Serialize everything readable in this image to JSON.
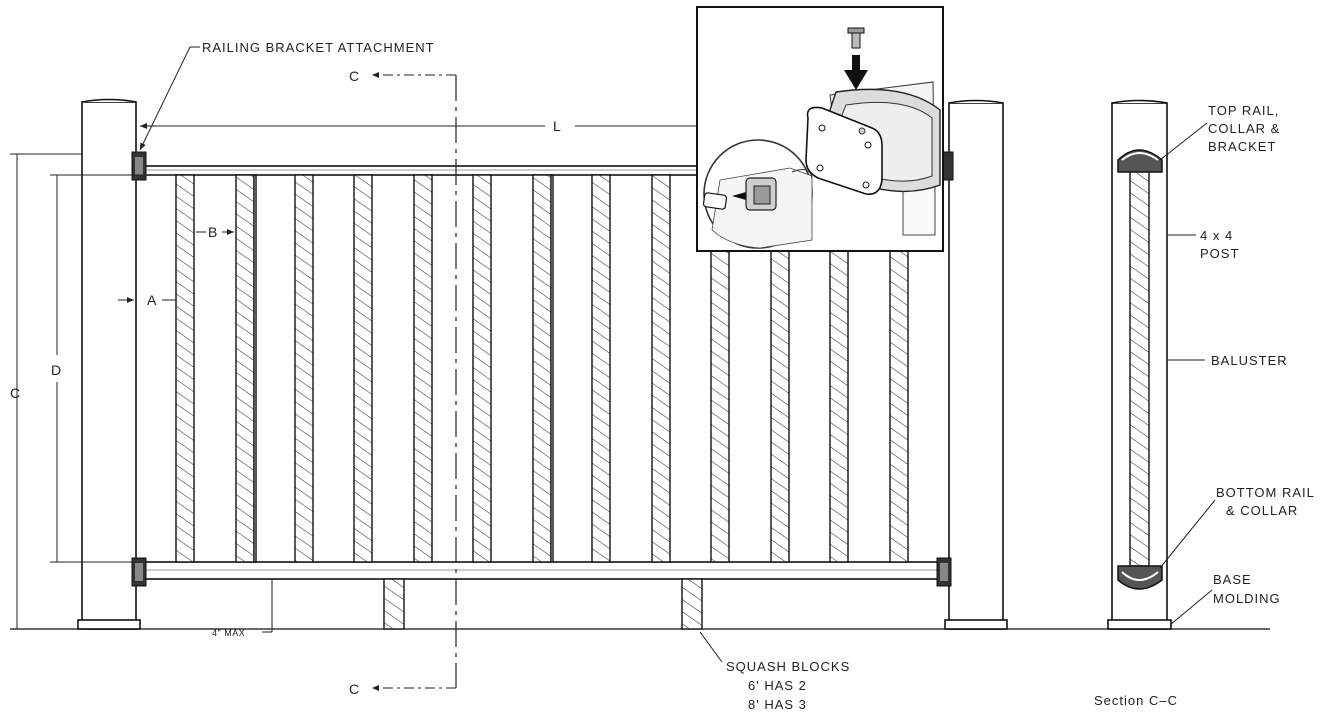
{
  "labels": {
    "railing_bracket": "RAILING BRACKET ATTACHMENT",
    "section_cut_top": "C",
    "section_cut_bottom": "C",
    "dim_L": "L",
    "dim_A": "A",
    "dim_B": "B",
    "dim_C": "C",
    "dim_D": "D",
    "four_max": "4\" MAX",
    "squash_line1": "SQUASH BLOCKS",
    "squash_line2": "6' HAS 2",
    "squash_line3": "8' HAS 3",
    "top_rail_line1": "TOP RAIL,",
    "top_rail_line2": "COLLAR &",
    "top_rail_line3": "BRACKET",
    "post_line1": "4  x  4",
    "post_line2": "POST",
    "baluster": "BALUSTER",
    "bottom_rail_line1": "BOTTOM RAIL",
    "bottom_rail_line2": "& COLLAR",
    "base_line1": "BASE",
    "base_line2": "MOLDING",
    "section_title": "Section  C–C"
  },
  "colors": {
    "ink": "#111111",
    "paper": "#ffffff",
    "arrow_fill": "#111111"
  }
}
